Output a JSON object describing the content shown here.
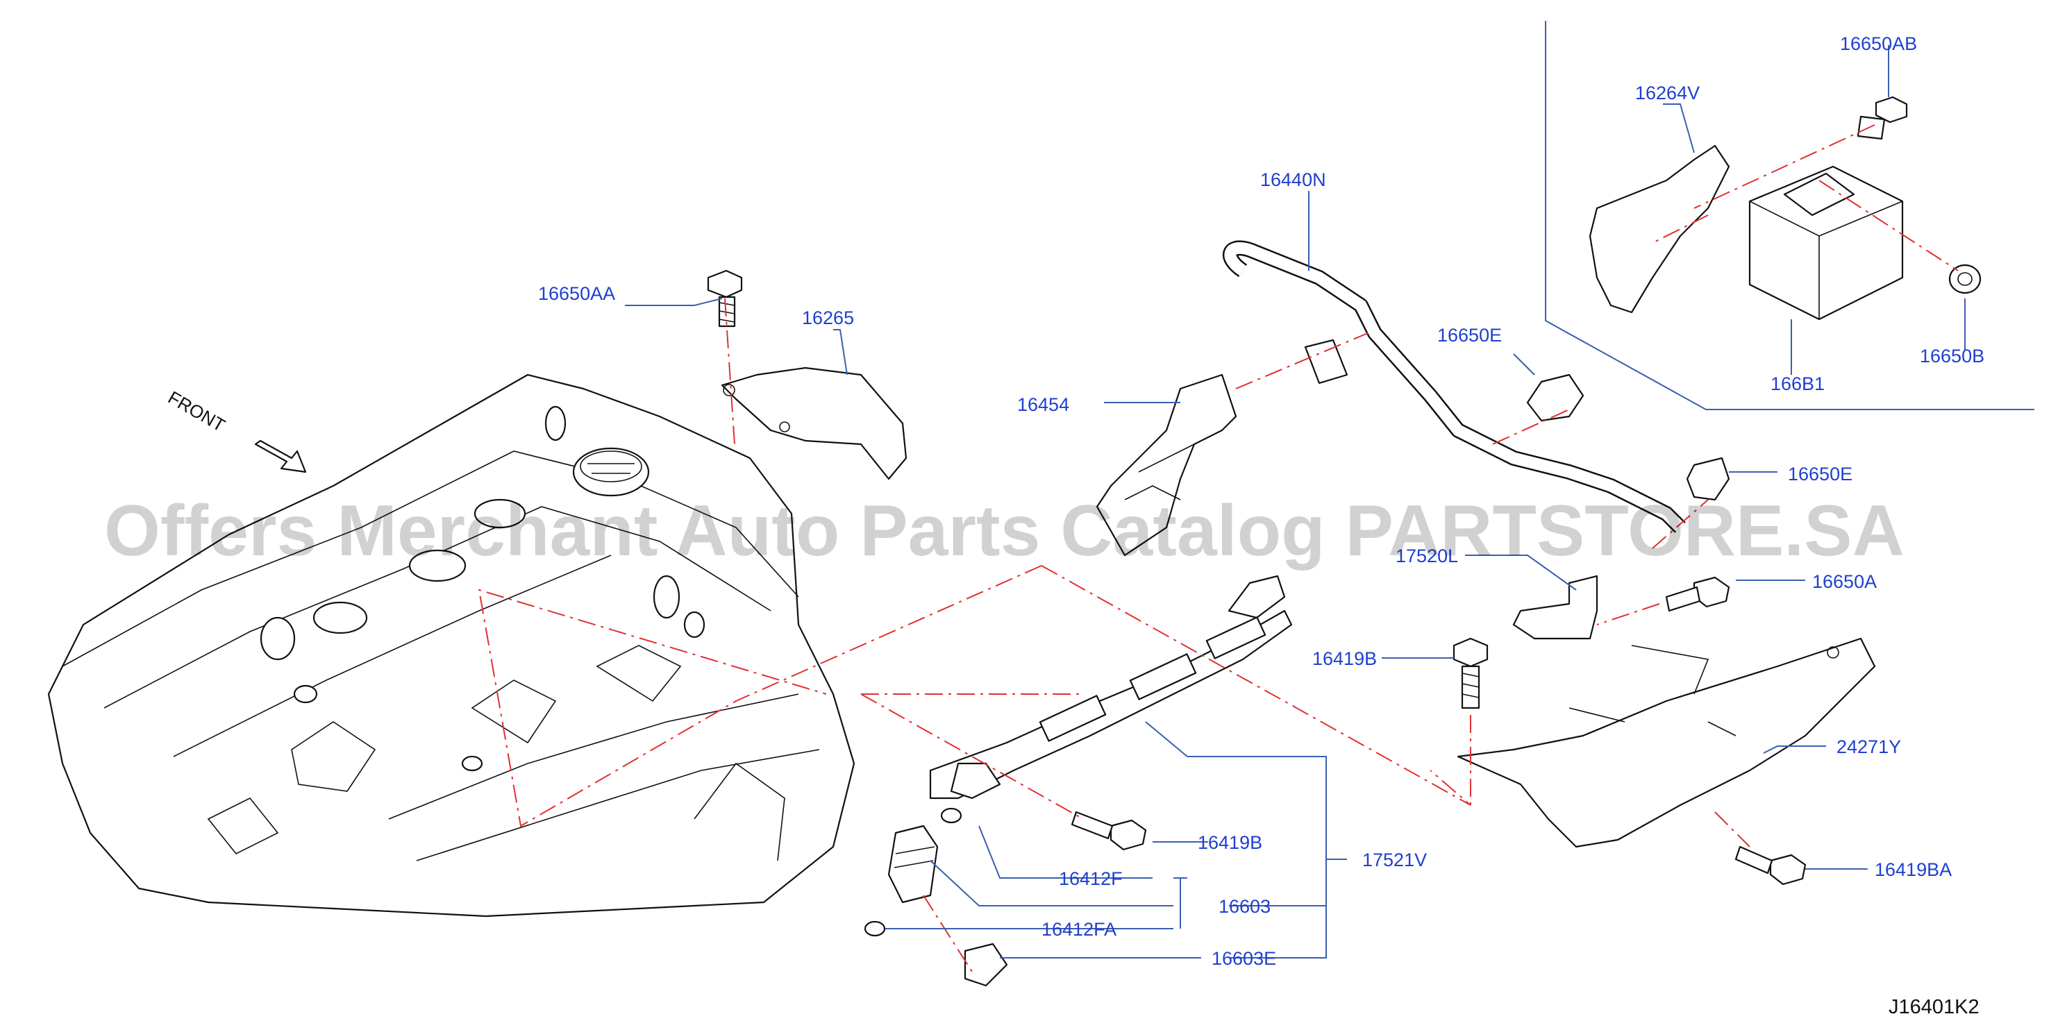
{
  "diagram": {
    "code": "J16401K2",
    "front_label": "FRONT",
    "watermark": "Offers Merchant Auto Parts Catalog PARTSTORE.SA",
    "labels": {
      "p16650AB": "16650AB",
      "p16264V": "16264V",
      "p16440N": "16440N",
      "p16650AA": "16650AA",
      "p16265": "16265",
      "p16650E_top": "16650E",
      "p16454": "16454",
      "p16650B": "16650B",
      "p166B1": "166B1",
      "p16650E_mid": "16650E",
      "p17520L": "17520L",
      "p16650A": "16650A",
      "p16419B_top": "16419B",
      "p24271Y": "24271Y",
      "p16419B_mid": "16419B",
      "p17521V": "17521V",
      "p16412F": "16412F",
      "p16603": "16603",
      "p16412FA": "16412FA",
      "p16419BA": "16419BA",
      "p16603E": "16603E"
    }
  }
}
